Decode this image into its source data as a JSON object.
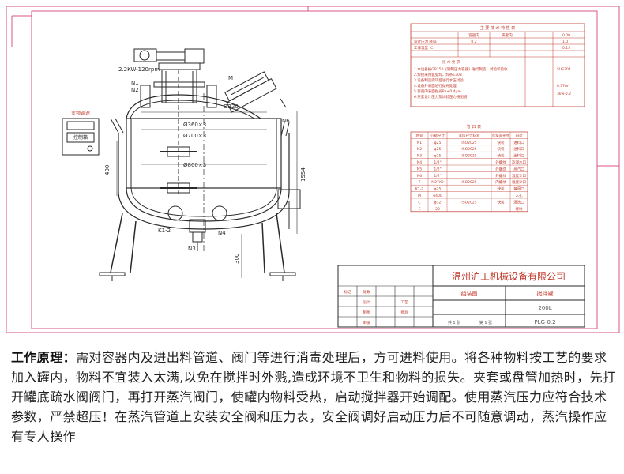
{
  "drawing": {
    "motor_label": "2.2KW-120rpm",
    "nozzles_top": [
      "N1",
      "N2"
    ],
    "manhole_label": "M",
    "nozzle_side": "N6",
    "nozzle_bottom": [
      "N4",
      "N3"
    ],
    "kettle_label": "K1-2",
    "dims": {
      "d1": "Ø320",
      "d2": "Ø700×3",
      "d3": "Ø800×3",
      "d4": "Ø360×3",
      "h1": "400",
      "h2": "1554",
      "h3": "300"
    },
    "control_box": {
      "title": "变频调速",
      "label": "控制箱"
    },
    "spec_table": {
      "title": "主 要 技 术 特 性 表",
      "headers": [
        "",
        "容器内",
        "夹套内"
      ],
      "rows": [
        [
          "设计压力 MPa",
          "0.2",
          "0.09"
        ],
        [
          "工作温度 ℃",
          "",
          "1.0"
        ],
        [
          "",
          "",
          "0.15"
        ]
      ],
      "notes_title": "技 术 要 求",
      "notes": [
        "1.本设备按GB150《钢制压力容器》进行制造、试验和验收",
        "2.焊接采用氩弧焊，焊条E308",
        "3.设备制造完毕后进行水压试验",
        "4.设备外表面进行抛光处理",
        "5.容器内表面抛光Ra≤0.4μm",
        "6.夹套设计压力及试验压力按图纸"
      ],
      "right_values": [
        "0.37m³",
        "3kw-0.2",
        "SUS304"
      ]
    },
    "nozzle_table": {
      "title": "管 口 表",
      "headers": [
        "符号",
        "公称尺寸",
        "连接尺寸标准",
        "连接面形式",
        "用途"
      ],
      "rows": [
        [
          "N1",
          "φ25",
          "ISO2025",
          "快装",
          "进料口"
        ],
        [
          "N2",
          "φ25",
          "ISO2025",
          "快装",
          "进料口"
        ],
        [
          "N3",
          "φ25",
          "ISO2025",
          "快装",
          "出料口"
        ],
        [
          "N4",
          "1/2\"",
          "",
          "外螺纹",
          "冷凝水口"
        ],
        [
          "N5",
          "1/2\"",
          "",
          "外螺纹",
          "蒸汽口"
        ],
        [
          "N6",
          "1/2\"",
          "",
          "外螺纹",
          "温度计口"
        ],
        [
          "T",
          "M27X2",
          "ISO2025",
          "内螺纹",
          "温度计口"
        ],
        [
          "K1-2",
          "φ25",
          "",
          "快装",
          "备用口"
        ],
        [
          "M",
          "φ400",
          "",
          "",
          "人孔"
        ],
        [
          "C",
          "φ32",
          "ISO2025",
          "快装",
          "清洗口"
        ],
        [
          "E",
          "20",
          "",
          "",
          "接地"
        ]
      ]
    },
    "title_block": {
      "company": "温州沪工机械设备有限公司",
      "drawing_name": "组装图",
      "product": "搅拌罐",
      "capacity": "200L",
      "code": "PLG-0.2",
      "left_cells": [
        "标记",
        "处数",
        "设计",
        "制图",
        "审核",
        "工艺",
        "批准"
      ],
      "scale_label": "共 1 张",
      "sheet_label": "第 1 张"
    }
  },
  "description": {
    "heading": "工作原理：",
    "text": "需对容器内及进出料管道、阀门等进行消毒处理后，方可进料使用。将各种物料按工艺的要求加入罐内，物料不宜装入太满,以免在搅拌时外溅,造成环境不卫生和物料的损失。夹套或盘管加热时，先打开罐底疏水阀阀门，再打开蒸汽阀门，使罐内物料受热，启动搅拌器开始调配。使用蒸汽压力应符合技术参数，严禁超压！在蒸汽管道上安装安全阀和压力表，安全阀调好启动压力后不可随意调动，蒸汽操作应有专人操作"
  },
  "colors": {
    "frame": "#d9558a",
    "line": "#2a2a2a",
    "table_text": "#c0392b",
    "company_text": "#c0392b",
    "hatch": "#555555"
  }
}
